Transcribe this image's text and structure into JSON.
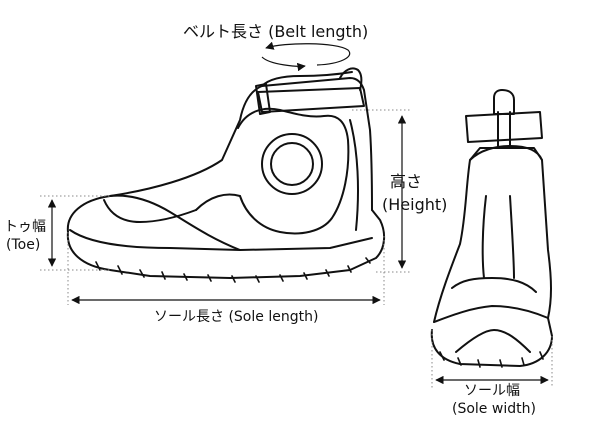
{
  "labels": {
    "belt_length": "ベルト長さ (Belt length)",
    "height_jp": "高さ",
    "height_en": "(Height)",
    "toe_jp": "トゥ幅",
    "toe_en": "(Toe)",
    "sole_length": "ソール長さ (Sole length)",
    "sole_width_jp": "ソール幅",
    "sole_width_en": "(Sole width)"
  },
  "colors": {
    "line": "#111111",
    "guide": "#888888",
    "background": "#ffffff"
  }
}
